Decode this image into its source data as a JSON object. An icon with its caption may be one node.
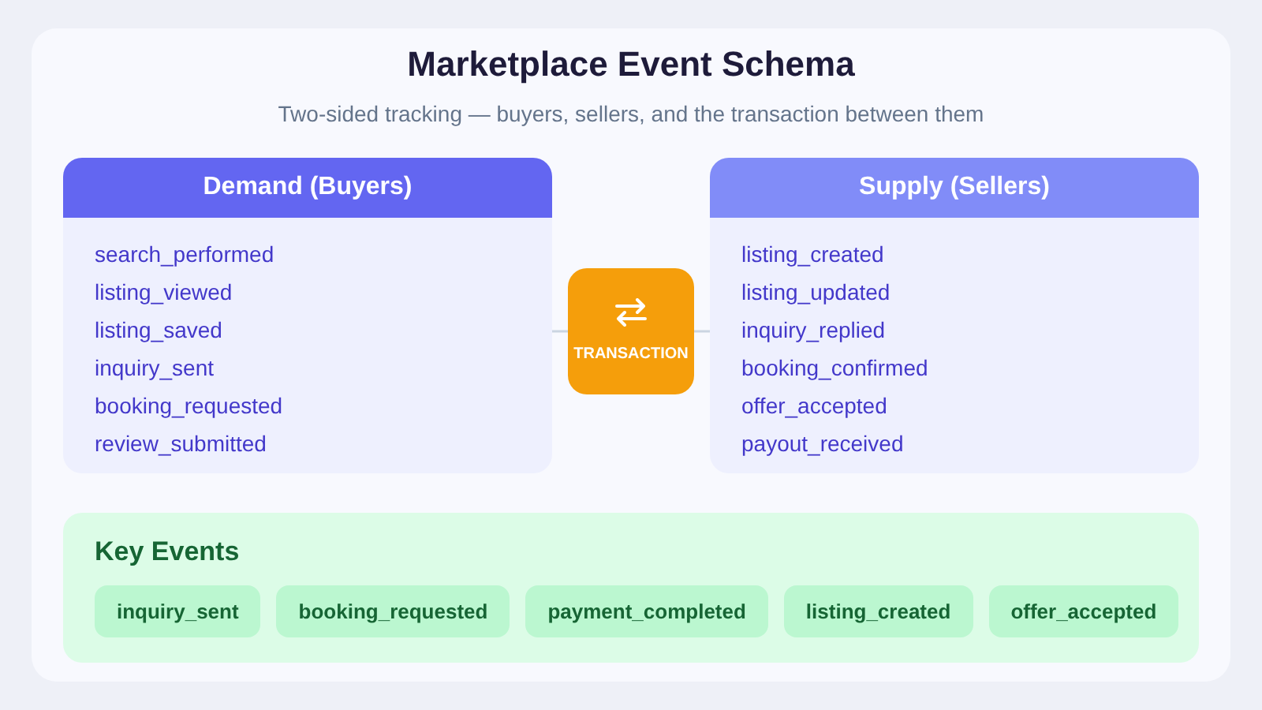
{
  "diagram": {
    "title": "Marketplace Event Schema",
    "caption": "Two-sided tracking — buyers, sellers, and the transaction between them",
    "nodes": [
      {
        "text": [
          "Demand (Buyers)",
          "search_performed",
          "listing_viewed",
          "listing_saved",
          "inquiry_sent",
          "booking_requested",
          "review_submitted"
        ]
      },
      {
        "text": [
          "TRANSACTION"
        ]
      },
      {
        "text": [
          "Supply (Sellers)",
          "listing_created",
          "listing_updated",
          "inquiry_replied",
          "booking_confirmed",
          "offer_accepted",
          "payout_received"
        ]
      },
      {
        "text": [
          "Key Events"
        ]
      },
      {
        "text": [
          "inquiry_sent"
        ],
        "in": 3
      },
      {
        "text": [
          "booking_requested"
        ],
        "in": 3
      },
      {
        "text": [
          "payment_completed"
        ],
        "in": 3
      },
      {
        "text": [
          "listing_created"
        ],
        "in": 3
      },
      {
        "text": [
          "offer_accepted"
        ],
        "in": 3
      }
    ],
    "edges": [
      {
        "from": 0,
        "to": 1,
        "arrow": "none",
        "color": "#cbd5e1"
      },
      {
        "from": 1,
        "to": 2,
        "arrow": "none",
        "color": "#cbd5e1"
      }
    ]
  }
}
